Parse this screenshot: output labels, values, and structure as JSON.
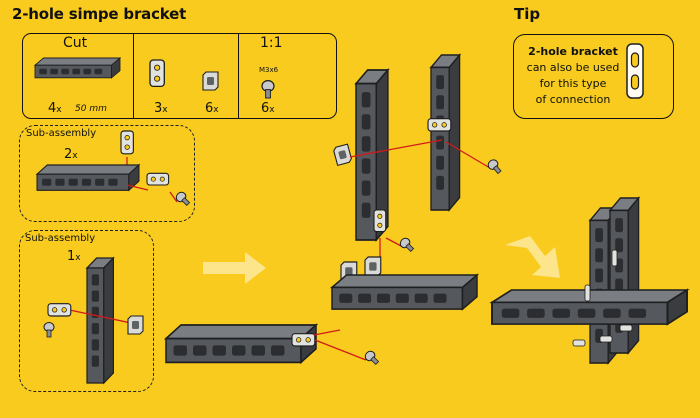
{
  "title": "2-hole simpe bracket",
  "tip": {
    "heading": "Tip",
    "bold": "2-hole bracket",
    "lines": [
      "can also be used",
      "for this type",
      "of connection"
    ]
  },
  "parts": {
    "cut_label": "Cut",
    "scale_label": "1:1",
    "screw_label": "M3x6",
    "beam": {
      "qty": "4",
      "unit": "x",
      "length": "50 mm"
    },
    "bracket": {
      "qty": "3",
      "unit": "x"
    },
    "nut": {
      "qty": "6",
      "unit": "x"
    },
    "screw": {
      "qty": "6",
      "unit": "x"
    }
  },
  "subassembly_1": {
    "label": "Sub-assembly",
    "qty": "2",
    "unit": "x"
  },
  "subassembly_2": {
    "label": "Sub-assembly",
    "qty": "1",
    "unit": "x"
  },
  "colors": {
    "background": "#F8CB1E",
    "beam": "#55585C",
    "beam_dark": "#2B2D30",
    "part_light": "#E2E2DE",
    "arrow_red": "#D21A1A",
    "flow_arrow": "#FCE58A"
  }
}
